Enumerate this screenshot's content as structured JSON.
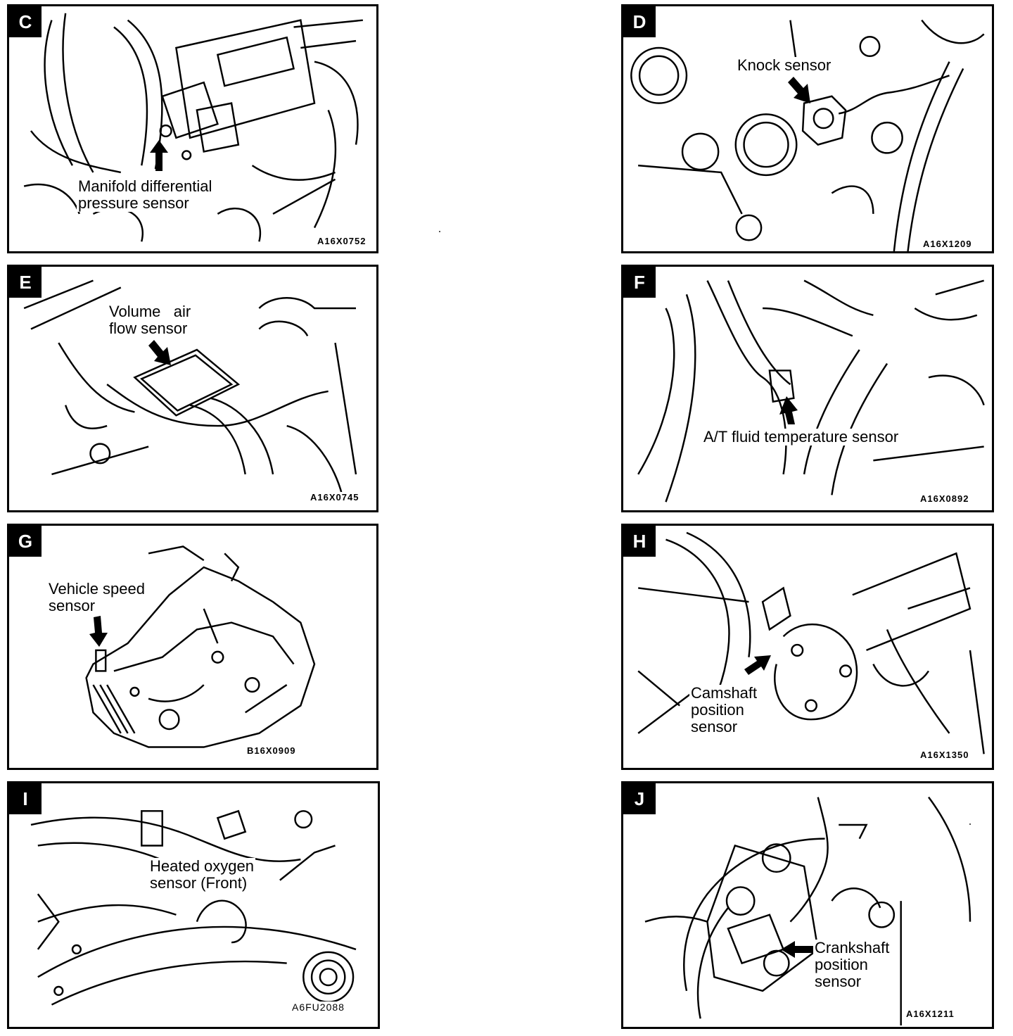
{
  "panels": {
    "C": {
      "letter": "C",
      "label_1": "Manifold differential",
      "label_2": "pressure sensor",
      "code": "A16X0752"
    },
    "D": {
      "letter": "D",
      "label_1": "Knock sensor",
      "code": "A16X1209"
    },
    "E": {
      "letter": "E",
      "label_1": "Volume   air",
      "label_2": "flow sensor",
      "code": "A16X0745"
    },
    "F": {
      "letter": "F",
      "label_1": "A/T fluid temperature sensor",
      "code": "A16X0892"
    },
    "G": {
      "letter": "G",
      "label_1": "Vehicle speed",
      "label_2": "sensor",
      "code": "B16X0909"
    },
    "H": {
      "letter": "H",
      "label_1": "Camshaft",
      "label_2": "position",
      "label_3": "sensor",
      "code": "A16X1350"
    },
    "I": {
      "letter": "I",
      "label_1": "Heated oxygen",
      "label_2": "sensor (Front)",
      "code": "A6FU2088"
    },
    "J": {
      "letter": "J",
      "label_1": "Crankshaft",
      "label_2": "position",
      "label_3": "sensor",
      "code": "A16X1211"
    }
  }
}
